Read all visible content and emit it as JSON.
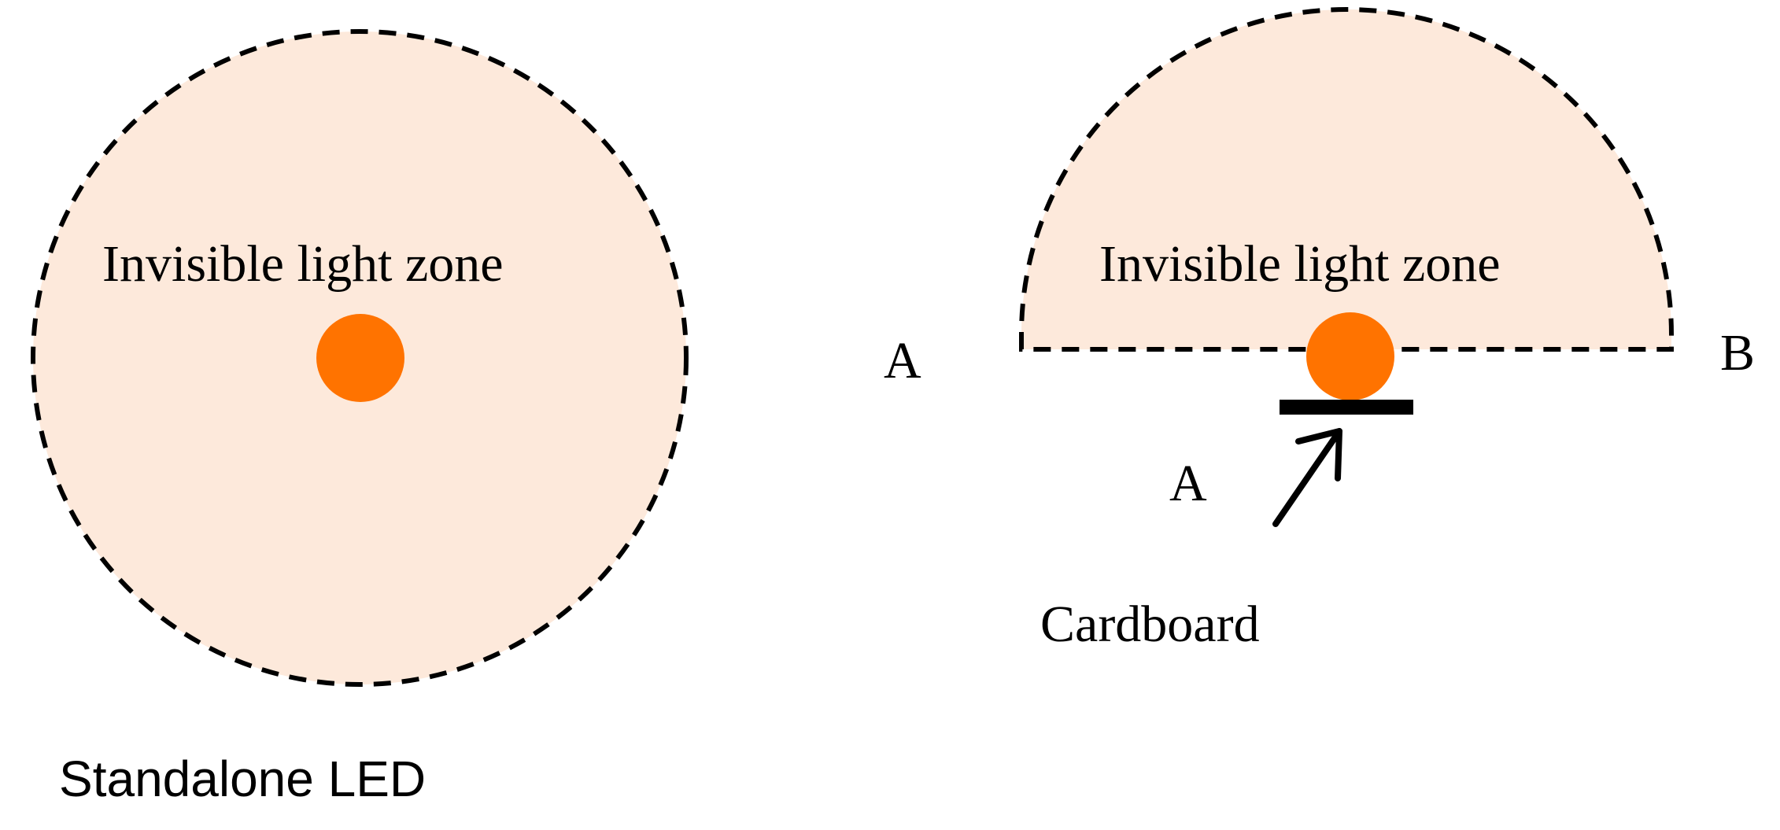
{
  "colors": {
    "zone_fill": "#fde9db",
    "led": "#ff7300",
    "ink": "#000000"
  },
  "left_panel": {
    "zone_label": "Invisible light zone",
    "caption": "Standalone LED"
  },
  "right_panel": {
    "zone_label": "Invisible light zone",
    "point_a_label": "A",
    "point_b_label": "B",
    "cardboard_point_label": "A",
    "cardboard_label": "Cardboard"
  }
}
